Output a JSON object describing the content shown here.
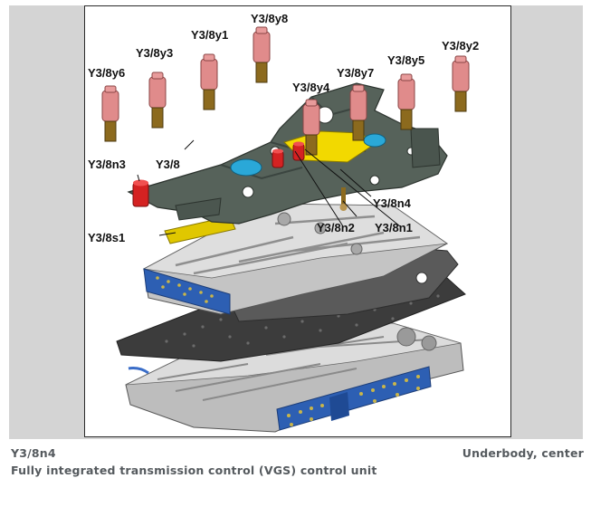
{
  "diagram": {
    "labels": {
      "y3_8y8": "Y3/8y8",
      "y3_8y1": "Y3/8y1",
      "y3_8y3": "Y3/8y3",
      "y3_8y6": "Y3/8y6",
      "y3_8y2": "Y3/8y2",
      "y3_8y5": "Y3/8y5",
      "y3_8y7": "Y3/8y7",
      "y3_8y4": "Y3/8y4",
      "y3_8": "Y3/8",
      "y3_8n3": "Y3/8n3",
      "y3_8n4": "Y3/8n4",
      "y3_8n2": "Y3/8n2",
      "y3_8n1": "Y3/8n1",
      "y3_8s1": "Y3/8s1"
    },
    "colors": {
      "solenoid_head": "#e08b8b",
      "solenoid_body": "#8c6a1e",
      "carrier": "#556157",
      "valve_body": "#c9c9c9",
      "separator_plate": "#3b3b3b",
      "connector_blue": "#2f62b8",
      "sensor_red": "#d42222",
      "sensor_yellow": "#efd800",
      "sensor_cyan": "#2aa8d8"
    }
  },
  "caption": {
    "component_id": "Y3/8n4",
    "location": "Underbody, center",
    "description": "Fully integrated transmission control (VGS) control unit"
  }
}
